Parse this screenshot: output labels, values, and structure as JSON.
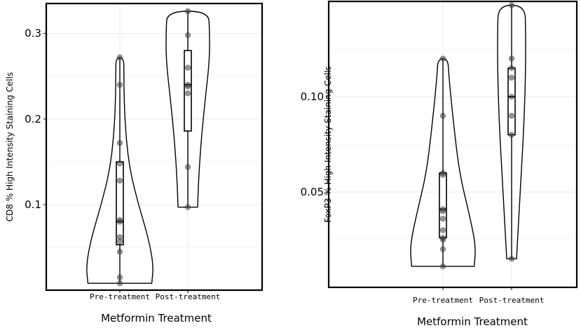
{
  "chart_data": [
    {
      "type": "violin",
      "xlabel": "Metformin Treatment",
      "ylabel": "CD8 % High Intensity Staining Cells",
      "ylim": [
        0.0,
        0.335
      ],
      "yticks": [
        "0.1",
        "0.2",
        "0.3"
      ],
      "ytick_values": [
        0.1,
        0.2,
        0.3
      ],
      "grid": true,
      "categories": [
        "Pre-treatment",
        "Post-treatment"
      ],
      "series": [
        {
          "category": "Pre-treatment",
          "points": [
            0.272,
            0.24,
            0.172,
            0.148,
            0.128,
            0.082,
            0.08,
            0.062,
            0.057,
            0.045,
            0.015,
            0.008
          ],
          "box": {
            "q1": 0.053,
            "median": 0.08,
            "q3": 0.15,
            "min": 0.008,
            "max": 0.272
          },
          "violin_range": [
            0.008,
            0.272
          ]
        },
        {
          "category": "Post-treatment",
          "points": [
            0.326,
            0.298,
            0.26,
            0.24,
            0.238,
            0.23,
            0.144,
            0.097
          ],
          "box": {
            "q1": 0.186,
            "median": 0.24,
            "q3": 0.28,
            "min": 0.097,
            "max": 0.326
          },
          "violin_range": [
            0.097,
            0.326
          ]
        }
      ]
    },
    {
      "type": "violin",
      "xlabel": "Metformin Treatment",
      "ylabel": "FoxP3 % High Intensity Staining Cells",
      "ylim": [
        0.0,
        0.15
      ],
      "yticks": [
        "0.05",
        "0.10"
      ],
      "ytick_values": [
        0.05,
        0.1
      ],
      "grid": true,
      "categories": [
        "Pre-treatment",
        "Post-treatment"
      ],
      "series": [
        {
          "category": "Pre-treatment",
          "points": [
            0.12,
            0.09,
            0.06,
            0.059,
            0.041,
            0.04,
            0.036,
            0.03,
            0.026,
            0.025,
            0.02,
            0.011
          ],
          "box": {
            "q1": 0.026,
            "median": 0.041,
            "q3": 0.06,
            "min": 0.011,
            "max": 0.12
          },
          "violin_range": [
            0.011,
            0.12
          ]
        },
        {
          "category": "Post-treatment",
          "points": [
            0.148,
            0.12,
            0.115,
            0.11,
            0.1,
            0.09,
            0.08,
            0.015
          ],
          "box": {
            "q1": 0.08,
            "median": 0.1,
            "q3": 0.115,
            "min": 0.015,
            "max": 0.148
          },
          "violin_range": [
            0.015,
            0.148
          ]
        }
      ]
    }
  ]
}
